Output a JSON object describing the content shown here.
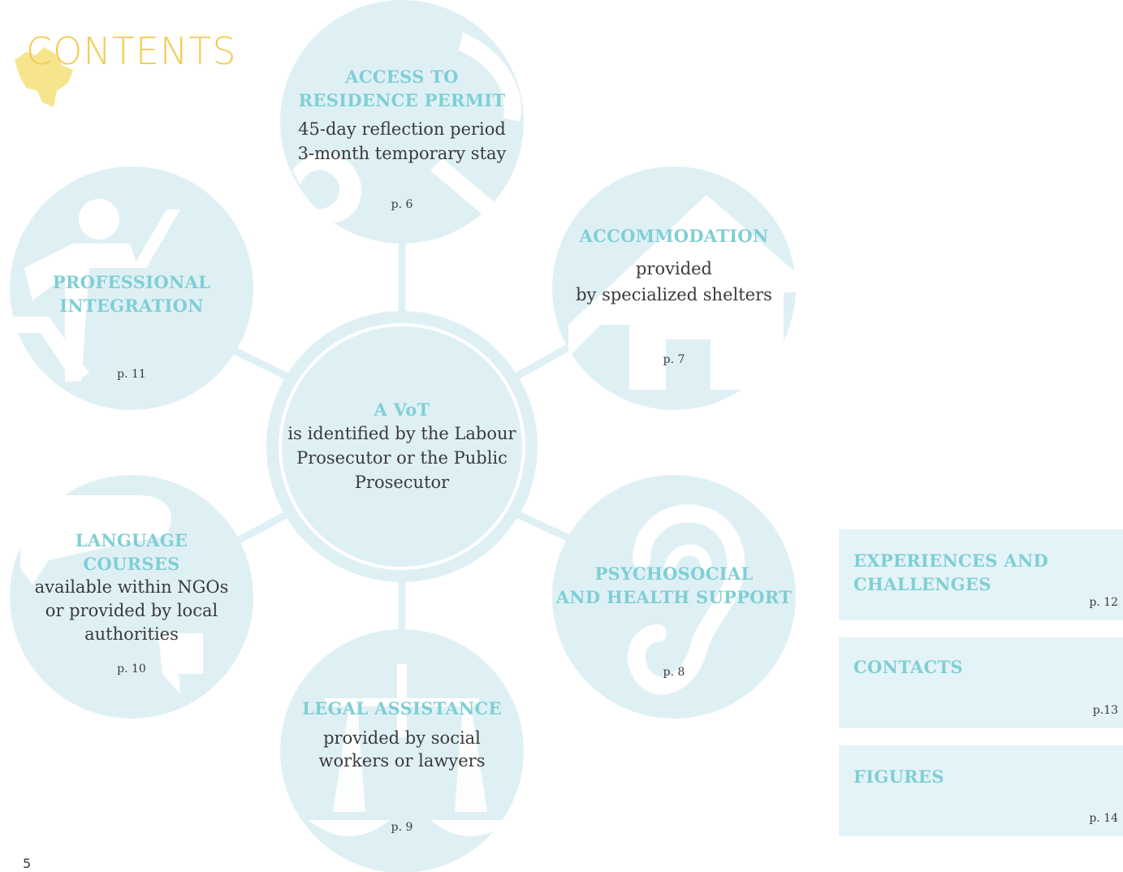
{
  "title": "CONTENTS",
  "colors": {
    "circle": "#dff0f5",
    "icon": "#ffffff",
    "heading": "#7fcfd4",
    "title": "#f2cd55",
    "box": "#e4f3f7"
  },
  "center": {
    "heading": "A VoT",
    "description": [
      "is identified by the Labour",
      "Prosecutor or the Public",
      "Prosecutor"
    ]
  },
  "nodes": {
    "residence": {
      "icon": "passport-icon",
      "heading": [
        "ACCESS TO",
        "RESIDENCE PERMIT"
      ],
      "description": [
        "45-day reflection period",
        "3-month temporary stay"
      ],
      "page": "p. 6"
    },
    "accommodation": {
      "icon": "house-icon",
      "heading": [
        "ACCOMMODATION"
      ],
      "description": [
        "provided",
        "by specialized shelters"
      ],
      "page": "p. 7"
    },
    "psychosocial": {
      "icon": "ear-icon",
      "heading": [
        "PSYCHOSOCIAL",
        "AND HEALTH SUPPORT"
      ],
      "description": [],
      "page": "p. 8"
    },
    "legal": {
      "icon": "scales-icon",
      "heading": [
        "LEGAL ASSISTANCE"
      ],
      "description": [
        "provided by social",
        "workers or lawyers"
      ],
      "page": "p. 9"
    },
    "language": {
      "icon": "speech-bubble-icon",
      "heading": [
        "LANGUAGE",
        "COURSES"
      ],
      "description": [
        "available within NGOs",
        "or provided by local",
        "authorities"
      ],
      "page": "p. 10"
    },
    "professional": {
      "icon": "worker-icon",
      "heading": [
        "PROFESSIONAL",
        "INTEGRATION"
      ],
      "description": [],
      "page": "p. 11"
    }
  },
  "side_sections": [
    {
      "heading": [
        "EXPERIENCES AND",
        "CHALLENGES"
      ],
      "page": "p. 12"
    },
    {
      "heading": [
        "CONTACTS"
      ],
      "page": "p.13"
    },
    {
      "heading": [
        "FIGURES"
      ],
      "page": "p. 14"
    }
  ],
  "page_number": "5"
}
